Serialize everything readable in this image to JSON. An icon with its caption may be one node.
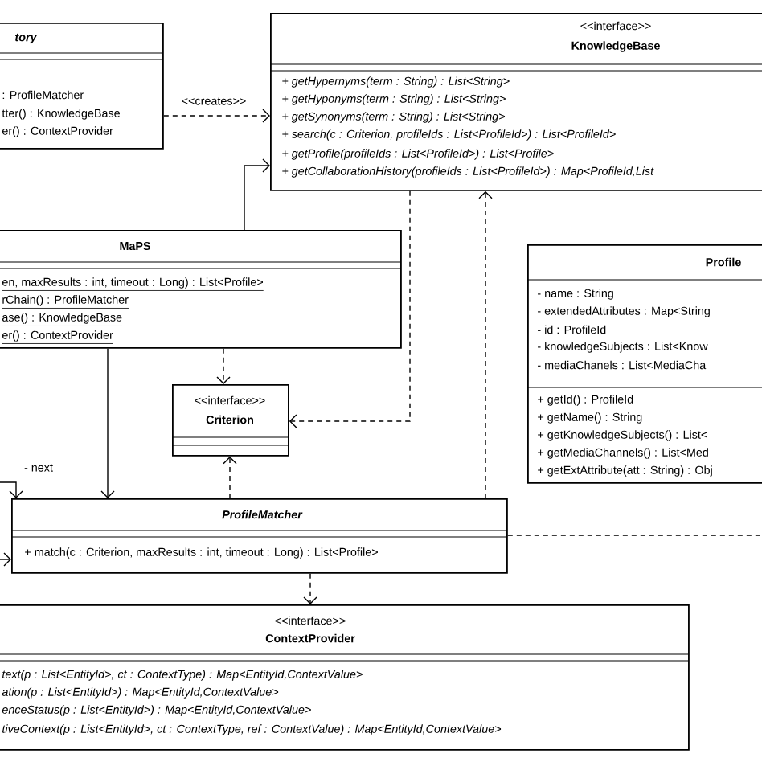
{
  "diagram": {
    "nodes": [
      {
        "text": [
          "tory",
          ": ProfileMatcher",
          "tter() : KnowledgeBase",
          "er() : ContextProvider"
        ]
      },
      {
        "text": [
          "<<interface>>",
          "KnowledgeBase",
          "+ getHypernyms(term : String) : List<String>",
          "+ getHyponyms(term : String) : List<String>",
          "+ getSynonyms(term : String) : List<String>",
          "+ search(c : Criterion, profileIds : List<ProfileId>) : List<ProfileId>",
          "+ getProfile(profileIds : List<ProfileId>) : List<Profile>",
          "+ getCollaborationHistory(profileIds : List<ProfileId>) : Map<ProfileId,List"
        ]
      },
      {
        "text": [
          "MaPS",
          "en, maxResults : int, timeout : Long) : List<Profile>",
          "rChain() : ProfileMatcher",
          "ase() : KnowledgeBase",
          "er() : ContextProvider"
        ]
      },
      {
        "text": [
          "Profile",
          "- name : String",
          "- extendedAttributes : Map<String",
          "- id : ProfileId",
          "- knowledgeSubjects : List<Know",
          "- mediaChanels : List<MediaCha",
          "+ getId() : ProfileId",
          "+ getName() : String",
          "+ getKnowledgeSubjects() : List<",
          "+ getMediaChannels() : List<Med",
          "+ getExtAttribute(att : String) : Obj"
        ]
      },
      {
        "text": [
          "<<interface>>",
          "Criterion"
        ]
      },
      {
        "text": [
          "ProfileMatcher",
          "+ match(c : Criterion, maxResults : int, timeout : Long) : List<Profile>"
        ]
      },
      {
        "text": [
          "<<interface>>",
          "ContextProvider",
          "text(p : List<EntityId>, ct : ContextType) : Map<EntityId,ContextValue>",
          "ation(p : List<EntityId>) : Map<EntityId,ContextValue>",
          "enceStatus(p : List<EntityId>) : Map<EntityId,ContextValue>",
          "tiveContext(p : List<EntityId>, ct : ContextType, ref : ContextValue) : Map<EntityId,ContextValue>"
        ]
      }
    ],
    "edges": [
      {
        "from": 0,
        "to": 1,
        "arrow": "to",
        "style": "dashed",
        "label": "<<creates>>"
      },
      {
        "from": 2,
        "to": 1,
        "arrow": "to"
      },
      {
        "from": 2,
        "to": 4,
        "arrow": "to",
        "style": "dashed"
      },
      {
        "from": 1,
        "to": 4,
        "arrow": "to",
        "style": "dashed"
      },
      {
        "from": 5,
        "to": 1,
        "arrow": "to",
        "style": "dashed"
      },
      {
        "from": 5,
        "to": 4,
        "arrow": "to",
        "style": "dashed"
      },
      {
        "from": 2,
        "to": 5,
        "arrow": "to"
      },
      {
        "from": null,
        "to": 5,
        "arrow": "to",
        "label": "- next"
      },
      {
        "from": null,
        "to": 5,
        "arrow": "to"
      },
      {
        "from": 5,
        "to": null,
        "arrow": "none",
        "style": "dashed"
      },
      {
        "from": 5,
        "to": 6,
        "arrow": "to",
        "style": "dashed"
      }
    ]
  }
}
